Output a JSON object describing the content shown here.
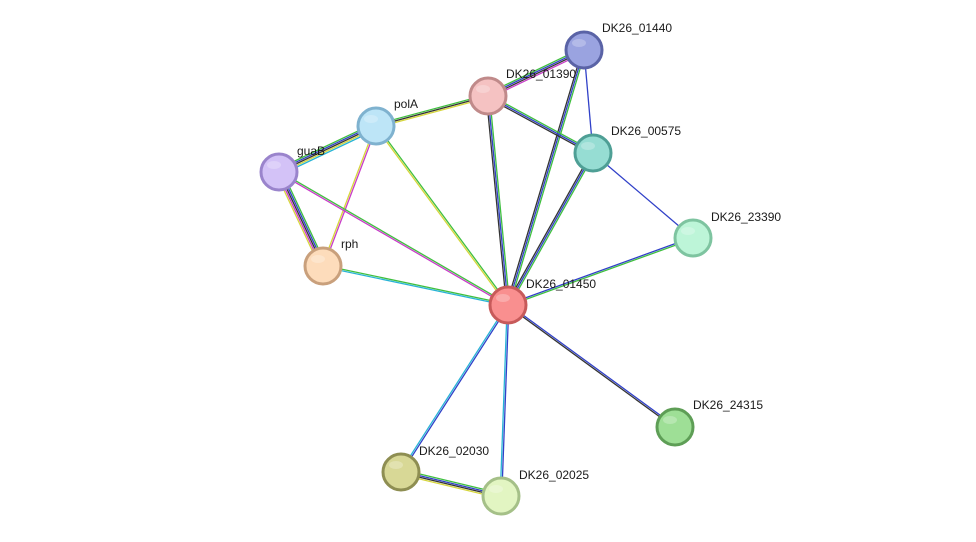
{
  "nodes": [
    {
      "id": "DK26_01440",
      "label": "DK26_01440",
      "color": "#9aa3e0",
      "border": "#5a63a6"
    },
    {
      "id": "DK26_01390",
      "label": "DK26_01390",
      "color": "#f5c2c2",
      "border": "#c08a8a"
    },
    {
      "id": "polA",
      "label": "polA",
      "color": "#bde5f7",
      "border": "#7fb2cf"
    },
    {
      "id": "DK26_00575",
      "label": "DK26_00575",
      "color": "#96ddd3",
      "border": "#4e9f95"
    },
    {
      "id": "guaB",
      "label": "guaB",
      "color": "#d3c2f7",
      "border": "#9a84cc"
    },
    {
      "id": "DK26_23390",
      "label": "DK26_23390",
      "color": "#bdf5d8",
      "border": "#7ec4a0"
    },
    {
      "id": "rph",
      "label": "rph",
      "color": "#fddcbb",
      "border": "#c9a07c"
    },
    {
      "id": "DK26_01450",
      "label": "DK26_01450",
      "color": "#f98f8f",
      "border": "#c75a5a"
    },
    {
      "id": "DK26_24315",
      "label": "DK26_24315",
      "color": "#9edf96",
      "border": "#5e9e56"
    },
    {
      "id": "DK26_02030",
      "label": "DK26_02030",
      "color": "#d8d896",
      "border": "#8e8e52"
    },
    {
      "id": "DK26_02025",
      "label": "DK26_02025",
      "color": "#e2f5c2",
      "border": "#a5c088"
    }
  ],
  "edges": [
    {
      "source": "DK26_01390",
      "target": "DK26_01440",
      "colors": [
        "#3fbf3f",
        "#3040c8",
        "#333333",
        "#c83cc8"
      ]
    },
    {
      "source": "DK26_01440",
      "target": "DK26_00575",
      "colors": [
        "#3040c8"
      ]
    },
    {
      "source": "DK26_01440",
      "target": "DK26_01450",
      "colors": [
        "#3fbf3f",
        "#3040c8",
        "#333333"
      ]
    },
    {
      "source": "polA",
      "target": "DK26_01390",
      "colors": [
        "#3fbf3f",
        "#333333",
        "#d6d63c"
      ]
    },
    {
      "source": "DK26_01390",
      "target": "DK26_00575",
      "colors": [
        "#3fbf3f",
        "#3040c8",
        "#333333"
      ]
    },
    {
      "source": "DK26_01390",
      "target": "DK26_01450",
      "colors": [
        "#3fbf3f",
        "#3040c8",
        "#333333"
      ]
    },
    {
      "source": "guaB",
      "target": "polA",
      "colors": [
        "#3fbf3f",
        "#3040c8",
        "#333333",
        "#d6d63c",
        "#28b4d6"
      ]
    },
    {
      "source": "polA",
      "target": "rph",
      "colors": [
        "#c83cc8",
        "#d6d63c"
      ]
    },
    {
      "source": "polA",
      "target": "DK26_01450",
      "colors": [
        "#3fbf3f",
        "#d6d63c"
      ]
    },
    {
      "source": "guaB",
      "target": "rph",
      "colors": [
        "#3fbf3f",
        "#3040c8",
        "#333333",
        "#c83cc8",
        "#d6d63c"
      ]
    },
    {
      "source": "guaB",
      "target": "DK26_01450",
      "colors": [
        "#3fbf3f",
        "#c83cc8"
      ]
    },
    {
      "source": "rph",
      "target": "DK26_01450",
      "colors": [
        "#3fbf3f",
        "#28b4d6"
      ]
    },
    {
      "source": "DK26_00575",
      "target": "DK26_01450",
      "colors": [
        "#3fbf3f",
        "#3040c8",
        "#333333"
      ]
    },
    {
      "source": "DK26_00575",
      "target": "DK26_23390",
      "colors": [
        "#3040c8"
      ]
    },
    {
      "source": "DK26_23390",
      "target": "DK26_01450",
      "colors": [
        "#3fbf3f",
        "#3040c8"
      ]
    },
    {
      "source": "DK26_01450",
      "target": "DK26_24315",
      "colors": [
        "#3040c8",
        "#333333"
      ]
    },
    {
      "source": "DK26_01450",
      "target": "DK26_02030",
      "colors": [
        "#3040c8",
        "#28b4d6"
      ]
    },
    {
      "source": "DK26_01450",
      "target": "DK26_02025",
      "colors": [
        "#3040c8",
        "#28b4d6"
      ]
    },
    {
      "source": "DK26_02030",
      "target": "DK26_02025",
      "colors": [
        "#3fbf3f",
        "#3040c8",
        "#333333",
        "#d6d63c"
      ]
    }
  ]
}
